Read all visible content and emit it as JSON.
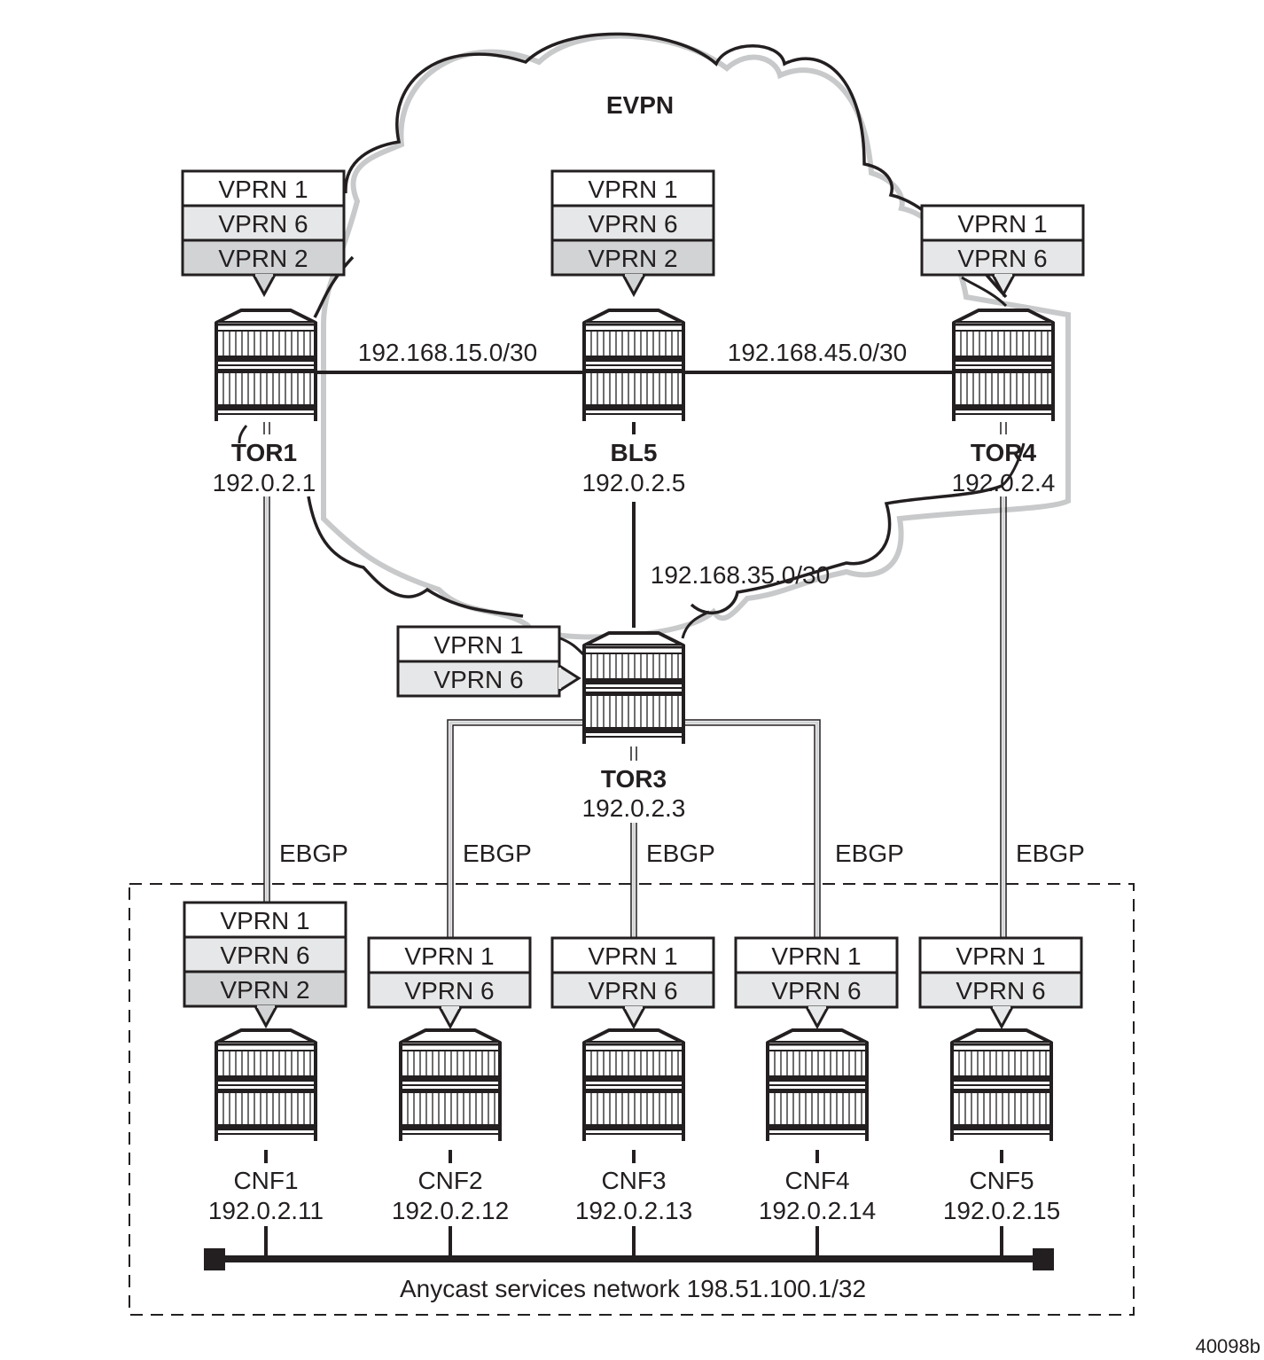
{
  "title": "EVPN",
  "figure_id": "40098b",
  "colors": {
    "ink": "#231f20",
    "vprn1_fill": "#ffffff",
    "vprn6_fill": "#e6e7e8",
    "vprn2_fill": "#d1d3d4",
    "shadow": "#c8c9ca"
  },
  "core_nodes": [
    {
      "id": "tor1",
      "name": "TOR1",
      "ip": "192.0.2.1",
      "vprns": [
        "VPRN 1",
        "VPRN 6",
        "VPRN 2"
      ]
    },
    {
      "id": "bl5",
      "name": "BL5",
      "ip": "192.0.2.5",
      "vprns": [
        "VPRN 1",
        "VPRN 6",
        "VPRN 2"
      ]
    },
    {
      "id": "tor4",
      "name": "TOR4",
      "ip": "192.0.2.4",
      "vprns": [
        "VPRN 1",
        "VPRN 6"
      ]
    },
    {
      "id": "tor3",
      "name": "TOR3",
      "ip": "192.0.2.3",
      "vprns": [
        "VPRN 1",
        "VPRN 6"
      ]
    }
  ],
  "links": [
    {
      "from": "TOR1",
      "to": "BL5",
      "subnet": "192.168.15.0/30"
    },
    {
      "from": "BL5",
      "to": "TOR4",
      "subnet": "192.168.45.0/30"
    },
    {
      "from": "BL5",
      "to": "TOR3",
      "subnet": "192.168.35.0/30"
    }
  ],
  "ebgp_label": "EBGP",
  "cnfs": [
    {
      "name": "CNF1",
      "ip": "192.0.2.11",
      "vprns": [
        "VPRN 1",
        "VPRN 6",
        "VPRN 2"
      ],
      "peer": "TOR1"
    },
    {
      "name": "CNF2",
      "ip": "192.0.2.12",
      "vprns": [
        "VPRN 1",
        "VPRN 6"
      ],
      "peer": "TOR3"
    },
    {
      "name": "CNF3",
      "ip": "192.0.2.13",
      "vprns": [
        "VPRN 1",
        "VPRN 6"
      ],
      "peer": "TOR3"
    },
    {
      "name": "CNF4",
      "ip": "192.0.2.14",
      "vprns": [
        "VPRN 1",
        "VPRN 6"
      ],
      "peer": "TOR3"
    },
    {
      "name": "CNF5",
      "ip": "192.0.2.15",
      "vprns": [
        "VPRN 1",
        "VPRN 6"
      ],
      "peer": "TOR4"
    }
  ],
  "anycast_label": "Anycast services network 198.51.100.1/32"
}
